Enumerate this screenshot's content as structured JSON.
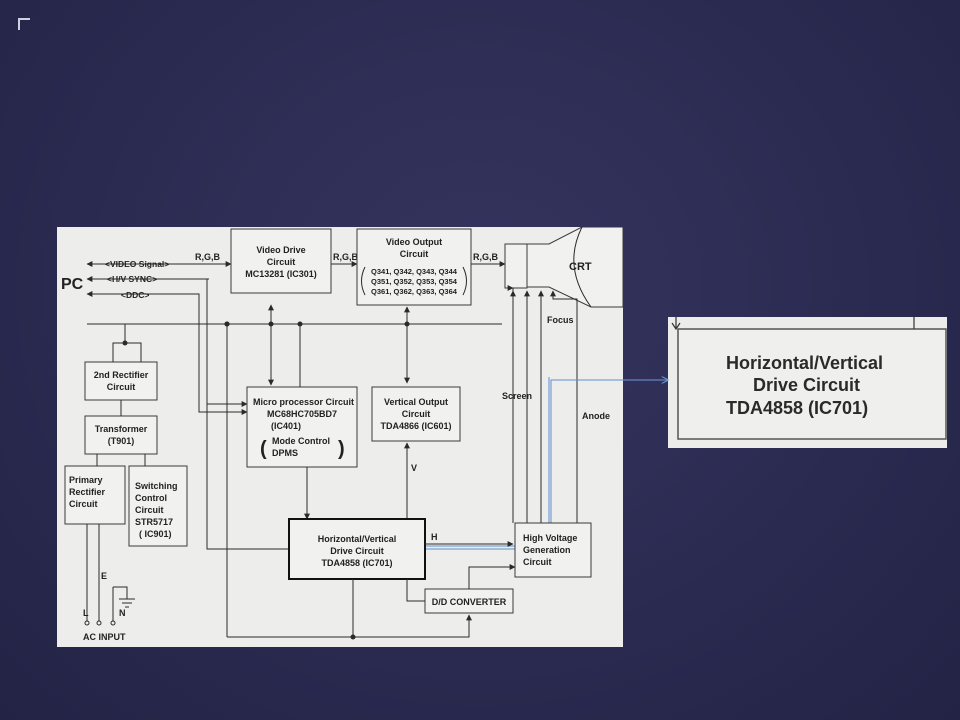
{
  "slide": {
    "background": "#2b2b52",
    "accent": "#5d8fd0"
  },
  "diagram": {
    "pc_label": "PC",
    "signals": {
      "video_signal": "<VIDEO Signal>",
      "hv_sync": "<H/V SYNC>",
      "ddc": "<DDC>",
      "rgb_in": "R,G,B",
      "rgb_mid": "R,G,B",
      "rgb_out": "R,G,B",
      "screen": "Screen",
      "focus": "Focus",
      "anode": "Anode",
      "v": "V",
      "h": "H",
      "e": "E",
      "l": "L",
      "n": "N",
      "ac_input": "AC INPUT"
    },
    "blocks": {
      "video_drive": [
        "Video Drive",
        "Circuit",
        "MC13281 (IC301)"
      ],
      "video_output": [
        "Video Output",
        "Circuit"
      ],
      "video_output_q": [
        "Q341, Q342, Q343, Q344",
        "Q351, Q352, Q353, Q354",
        "Q361, Q362, Q363, Q364"
      ],
      "crt": "CRT",
      "second_rectifier": [
        "2nd Rectifier",
        "Circuit"
      ],
      "transformer": [
        "Transformer",
        "(T901)"
      ],
      "primary_rectifier": [
        "Primary",
        "Rectifier",
        "Circuit"
      ],
      "switching_control": [
        "Switching",
        "Control",
        "Circuit",
        "STR5717",
        "( IC901)"
      ],
      "microprocessor": [
        "Micro processor Circuit",
        "MC68HC705BD7",
        "(IC401)"
      ],
      "microprocessor_mode": [
        "Mode Control",
        "DPMS"
      ],
      "vertical_output": [
        "Vertical Output",
        "Circuit",
        "TDA4866 (IC601)"
      ],
      "hv_drive": [
        "Horizontal/Vertical",
        "Drive Circuit",
        "TDA4858 (IC701)"
      ],
      "high_voltage": [
        "High Voltage",
        "Generation",
        "Circuit"
      ],
      "dd_converter": "D/D CONVERTER"
    }
  },
  "zoom": {
    "lines": [
      "Horizontal/Vertical",
      "Drive Circuit",
      "TDA4858 (IC701)"
    ]
  }
}
